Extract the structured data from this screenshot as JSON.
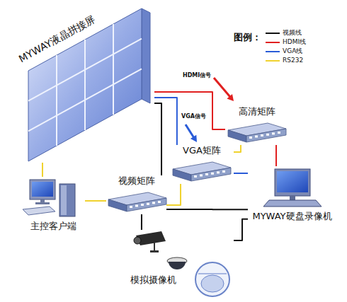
{
  "diagram": {
    "nodes": [
      {
        "text": [
          "MYWAY液晶拼接屏"
        ]
      },
      {
        "text": [
          "高清矩阵"
        ]
      },
      {
        "text": [
          "VGA矩阵"
        ]
      },
      {
        "text": [
          "视频矩阵"
        ]
      },
      {
        "text": [
          "主控客户端"
        ]
      },
      {
        "text": [
          "MYWAY硬盘录像机"
        ]
      },
      {
        "text": [
          "模拟摄像机"
        ]
      }
    ],
    "edges": [
      {
        "from": 1,
        "to": 0,
        "arrow": "none"
      },
      {
        "from": 2,
        "to": 0,
        "arrow": "none"
      },
      {
        "from": 3,
        "to": 0,
        "arrow": "none"
      },
      {
        "from": 4,
        "to": 0,
        "arrow": "none"
      },
      {
        "from": 4,
        "to": 3,
        "arrow": "none"
      },
      {
        "from": 3,
        "to": 2,
        "arrow": "none"
      },
      {
        "from": 2,
        "to": 1,
        "arrow": "none"
      },
      {
        "from": 5,
        "to": 1,
        "arrow": "none"
      },
      {
        "from": 5,
        "to": 2,
        "arrow": "none"
      },
      {
        "from": 5,
        "to": 3,
        "arrow": "none"
      },
      {
        "from": 6,
        "to": 5,
        "arrow": "none"
      },
      {
        "from": 6,
        "to": 3,
        "arrow": "none"
      }
    ],
    "labels": [
      "图例：",
      "HDMI信号",
      "VGA信号"
    ],
    "legend": [
      {
        "text": "视频线",
        "color": "#111111"
      },
      {
        "text": "HDMI线",
        "color": "#e02020"
      },
      {
        "text": "VGA线",
        "color": "#2a5cd8"
      },
      {
        "text": "RS232",
        "color": "#f0d22e"
      }
    ]
  }
}
